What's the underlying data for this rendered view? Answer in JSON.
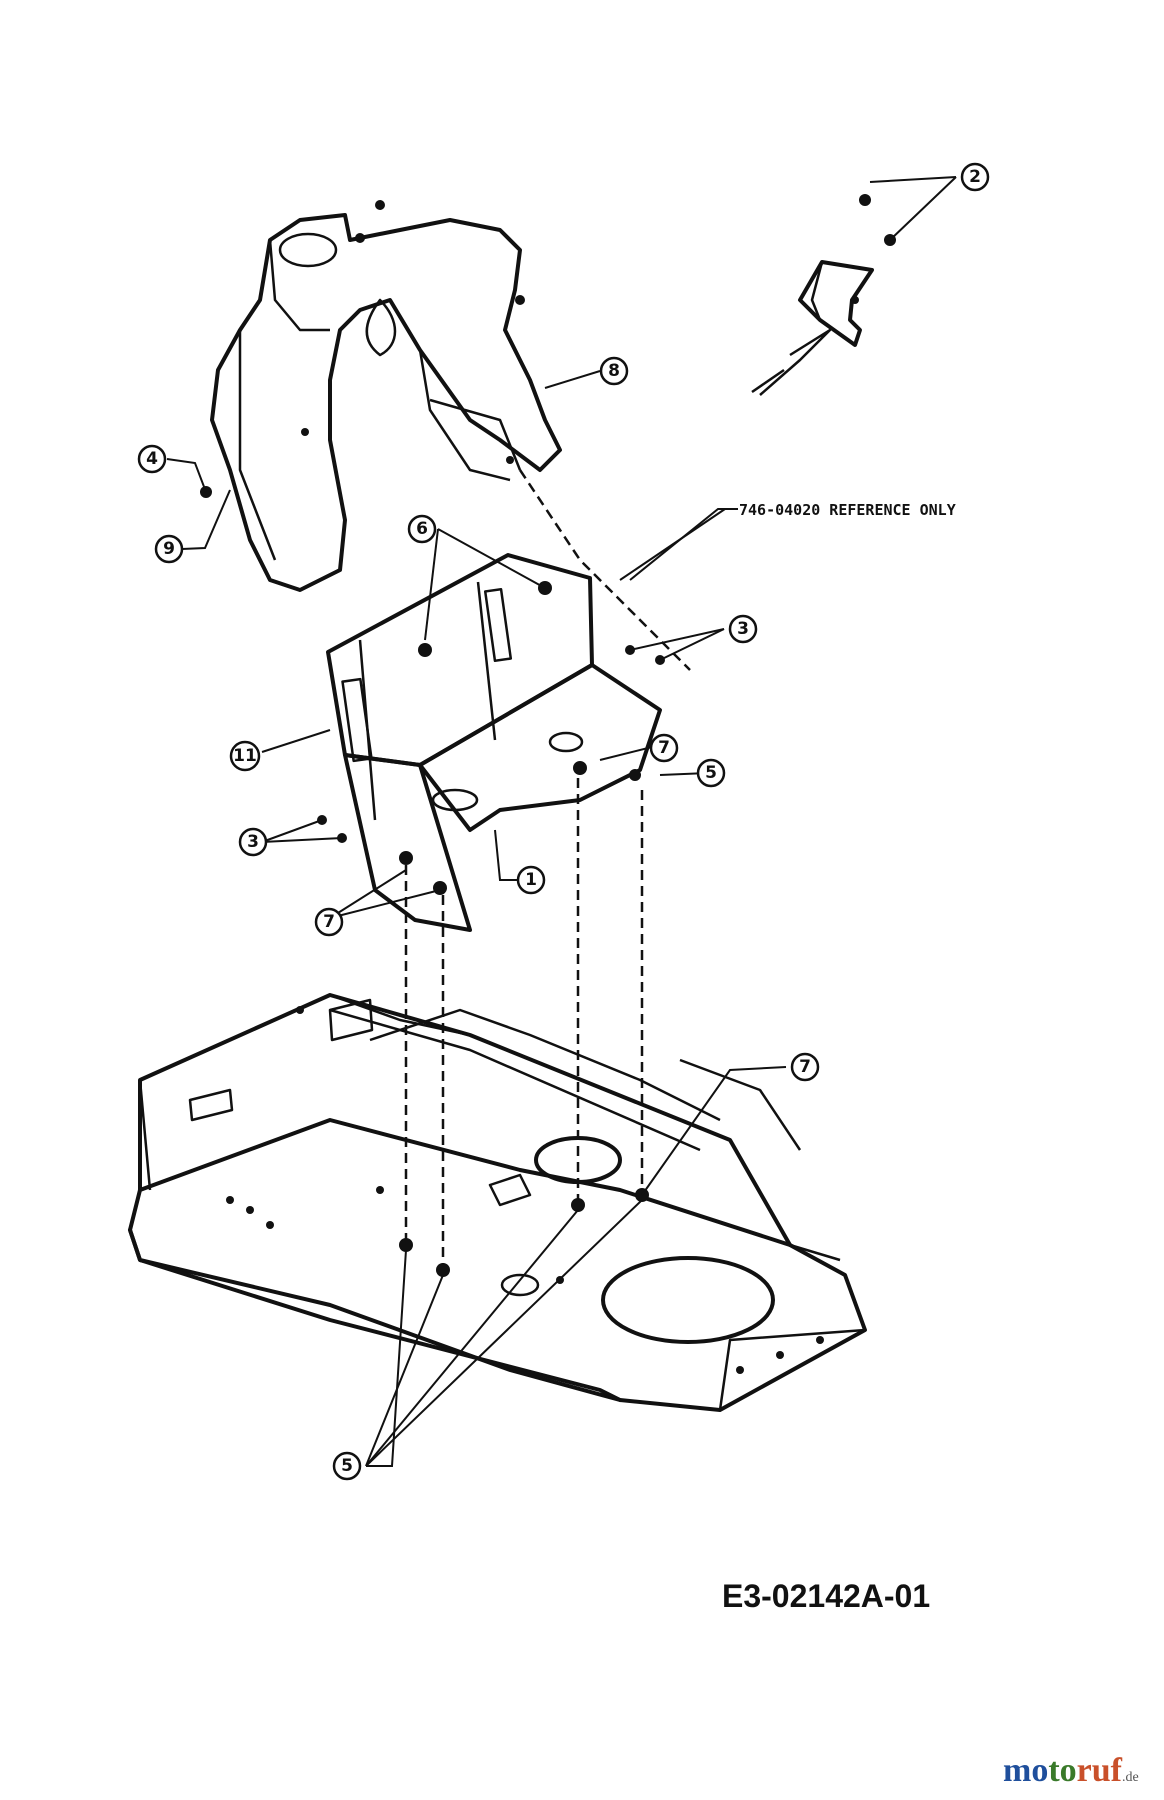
{
  "reference_note": "746-04020 REFERENCE ONLY",
  "diagram_code": "E3-02142A-01",
  "watermark": {
    "part1": "mo",
    "part2": "to",
    "part3": "ruf",
    "suffix": ".de"
  },
  "callouts": [
    {
      "id": "c2",
      "label": "2"
    },
    {
      "id": "c8a",
      "label": "8"
    },
    {
      "id": "c4",
      "label": "4"
    },
    {
      "id": "c9",
      "label": "9"
    },
    {
      "id": "c6",
      "label": "6"
    },
    {
      "id": "c3a",
      "label": "3"
    },
    {
      "id": "c11",
      "label": "11"
    },
    {
      "id": "c7a",
      "label": "7"
    },
    {
      "id": "c5a",
      "label": "5"
    },
    {
      "id": "c3b",
      "label": "3"
    },
    {
      "id": "c1",
      "label": "1"
    },
    {
      "id": "c7b",
      "label": "7"
    },
    {
      "id": "c7c",
      "label": "7"
    },
    {
      "id": "c5b",
      "label": "5"
    }
  ],
  "colors": {
    "line": "#111111",
    "background": "#ffffff",
    "brand_blue": "#1f4f9c",
    "brand_green": "#3a7a2a",
    "brand_orange": "#c9502a"
  }
}
